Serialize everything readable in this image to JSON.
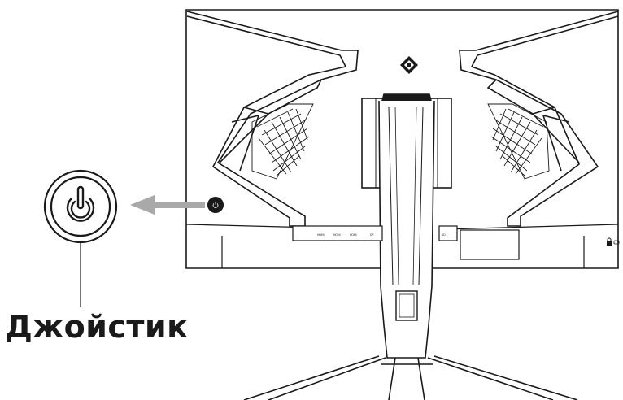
{
  "caption": "Джойстик",
  "callout": {
    "icon": "power-icon",
    "arrow_color": "#a9a9a9",
    "button_icon": "power-icon"
  },
  "ports": {
    "labels": [
      "HDMI",
      "HDMI",
      "HDMI",
      "DP"
    ],
    "audio_label": "AD"
  },
  "monitor": {
    "logo_icon": "brand-logo-icon",
    "lock_icon": "kensington-lock-icon"
  },
  "colors": {
    "line": "#1a1a1a",
    "arrow": "#a9a9a9",
    "background": "#ffffff"
  }
}
